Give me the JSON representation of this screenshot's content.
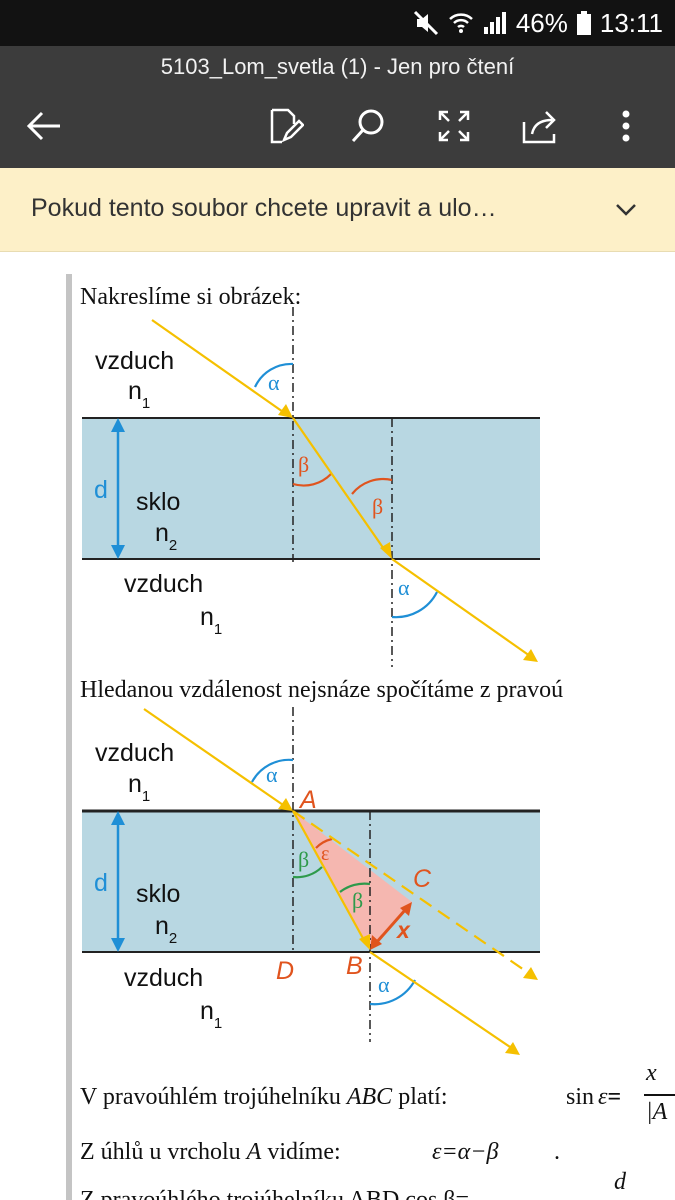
{
  "status_bar": {
    "battery": "46%",
    "time": "13:11",
    "icons": [
      "mute-icon",
      "wifi-icon",
      "signal-icon",
      "battery-icon"
    ]
  },
  "app_bar": {
    "title": "5103_Lom_svetla (1) - Jen pro čtení",
    "icons": [
      "back-arrow-icon",
      "edit-icon",
      "search-icon",
      "fullscreen-icon",
      "share-icon",
      "more-icon"
    ]
  },
  "banner": {
    "message": "Pokud tento soubor chcete upravit a ulo…"
  },
  "document": {
    "para1": "Nakreslíme si obrázek:",
    "para2": "Hledanou vzdálenost nejsnáze spočítáme z pravoú",
    "para3_prefix": "V pravoúhlém trojúhelníku",
    "para3_abc": "ABC",
    "para3_suffix": "platí:",
    "para3_formula_left": "sin",
    "para3_formula_eps": "ε",
    "para3_formula_eq": "=",
    "para3_frac_top": "x",
    "para3_frac_bottom": "|A",
    "para4_prefix": "Z úhlů u vrcholu",
    "para4_A": "A",
    "para4_suffix": "vidíme:",
    "para4_formula": "ε=α−β",
    "para4_end": ".",
    "para5_cut": "Z pravoúhlého trojúhelníku ABD cos β=",
    "para5_frac_top": "d"
  },
  "figure1": {
    "top_medium": "vzduch",
    "top_index": "n",
    "top_index_sub": "1",
    "glass_medium": "sklo",
    "glass_index": "n",
    "glass_index_sub": "2",
    "bottom_medium": "vzduch",
    "bottom_index": "n",
    "bottom_index_sub": "1",
    "thickness": "d",
    "angle_alpha": "α",
    "angle_beta": "β"
  },
  "figure2": {
    "top_medium": "vzduch",
    "top_index": "n",
    "top_index_sub": "1",
    "glass_medium": "sklo",
    "glass_index": "n",
    "glass_index_sub": "2",
    "bottom_medium": "vzduch",
    "bottom_index": "n",
    "bottom_index_sub": "1",
    "thickness": "d",
    "point_A": "A",
    "point_B": "B",
    "point_C": "C",
    "point_D": "D",
    "shift": "x",
    "angle_alpha": "α",
    "angle_beta": "β",
    "angle_epsilon": "ε"
  },
  "colors": {
    "status_bg": "#121212",
    "appbar_bg": "#3c3c3c",
    "banner_bg": "#fdf0c8",
    "glass": "#b8d7e2",
    "ray": "#f5c000",
    "alpha_arc": "#1f8fd6",
    "beta_arc": "#e0541e",
    "beta_arc_fig2": "#2e9a4b",
    "triangle": "#f5b7b0",
    "point_label": "#e0541e"
  }
}
